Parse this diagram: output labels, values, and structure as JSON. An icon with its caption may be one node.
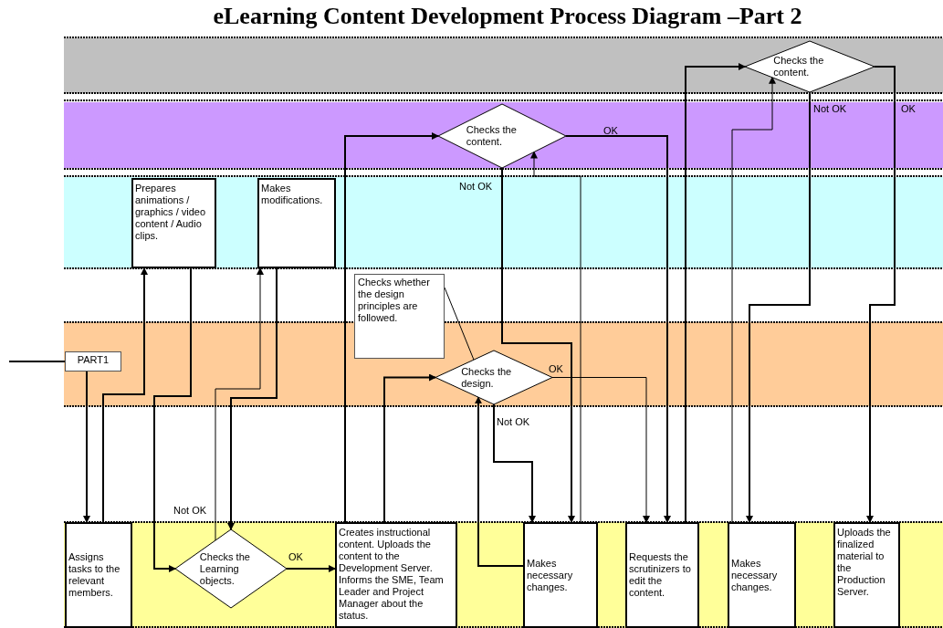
{
  "diagram": {
    "title": "eLearning Content Development Process Diagram –Part 2",
    "nodes": [
      {
        "text": [
          "PART1"
        ]
      },
      {
        "text": [
          "Assigns tasks to the relevant members."
        ]
      },
      {
        "text": [
          "Prepares animations / graphics / video content / Audio clips."
        ]
      },
      {
        "text": [
          "Makes modifications."
        ]
      },
      {
        "text": [
          "Checks the Learning objects."
        ]
      },
      {
        "text": [
          "Creates instructional content.  Uploads the content to the Development Server. Informs the SME, Team Leader  and Project Manager about the status."
        ]
      },
      {
        "text": [
          "Checks the content."
        ]
      },
      {
        "text": [
          "Checks whether the design principles are followed."
        ]
      },
      {
        "text": [
          "Checks the design."
        ]
      },
      {
        "text": [
          "Makes necessary changes."
        ]
      },
      {
        "text": [
          "Requests the scrutinizers to edit the content."
        ]
      },
      {
        "text": [
          "Makes necessary changes."
        ]
      },
      {
        "text": [
          "Checks the content."
        ]
      },
      {
        "text": [
          "Uploads the finalized material to the Production Server."
        ]
      }
    ],
    "edges": [
      {
        "from": null,
        "to": 0,
        "arrow": "none"
      },
      {
        "from": 0,
        "to": 1,
        "arrow": "to"
      },
      {
        "from": 1,
        "to": 2,
        "arrow": "to"
      },
      {
        "from": 2,
        "to": 4,
        "arrow": "to"
      },
      {
        "from": 4,
        "to": 3,
        "arrow": "to",
        "label": "Not OK"
      },
      {
        "from": 3,
        "to": 4,
        "arrow": "to"
      },
      {
        "from": 4,
        "to": 5,
        "arrow": "to",
        "label": "OK"
      },
      {
        "from": 5,
        "to": 6,
        "arrow": "to"
      },
      {
        "from": 5,
        "to": 8,
        "arrow": "to"
      },
      {
        "from": 7,
        "to": 8,
        "arrow": "none"
      },
      {
        "from": 8,
        "to": 9,
        "arrow": "to",
        "label": "Not OK"
      },
      {
        "from": 9,
        "to": 8,
        "arrow": "to"
      },
      {
        "from": 6,
        "to": 9,
        "arrow": "to",
        "label": "Not OK"
      },
      {
        "from": 9,
        "to": 6,
        "arrow": "to"
      },
      {
        "from": 8,
        "to": 10,
        "arrow": "to",
        "label": "OK"
      },
      {
        "from": 6,
        "to": 10,
        "arrow": "to",
        "label": "OK"
      },
      {
        "from": 10,
        "to": 12,
        "arrow": "to"
      },
      {
        "from": 11,
        "to": 12,
        "arrow": "to"
      },
      {
        "from": 12,
        "to": 11,
        "arrow": "to",
        "label": "Not OK"
      },
      {
        "from": 12,
        "to": 13,
        "arrow": "to",
        "label": "OK"
      }
    ]
  }
}
